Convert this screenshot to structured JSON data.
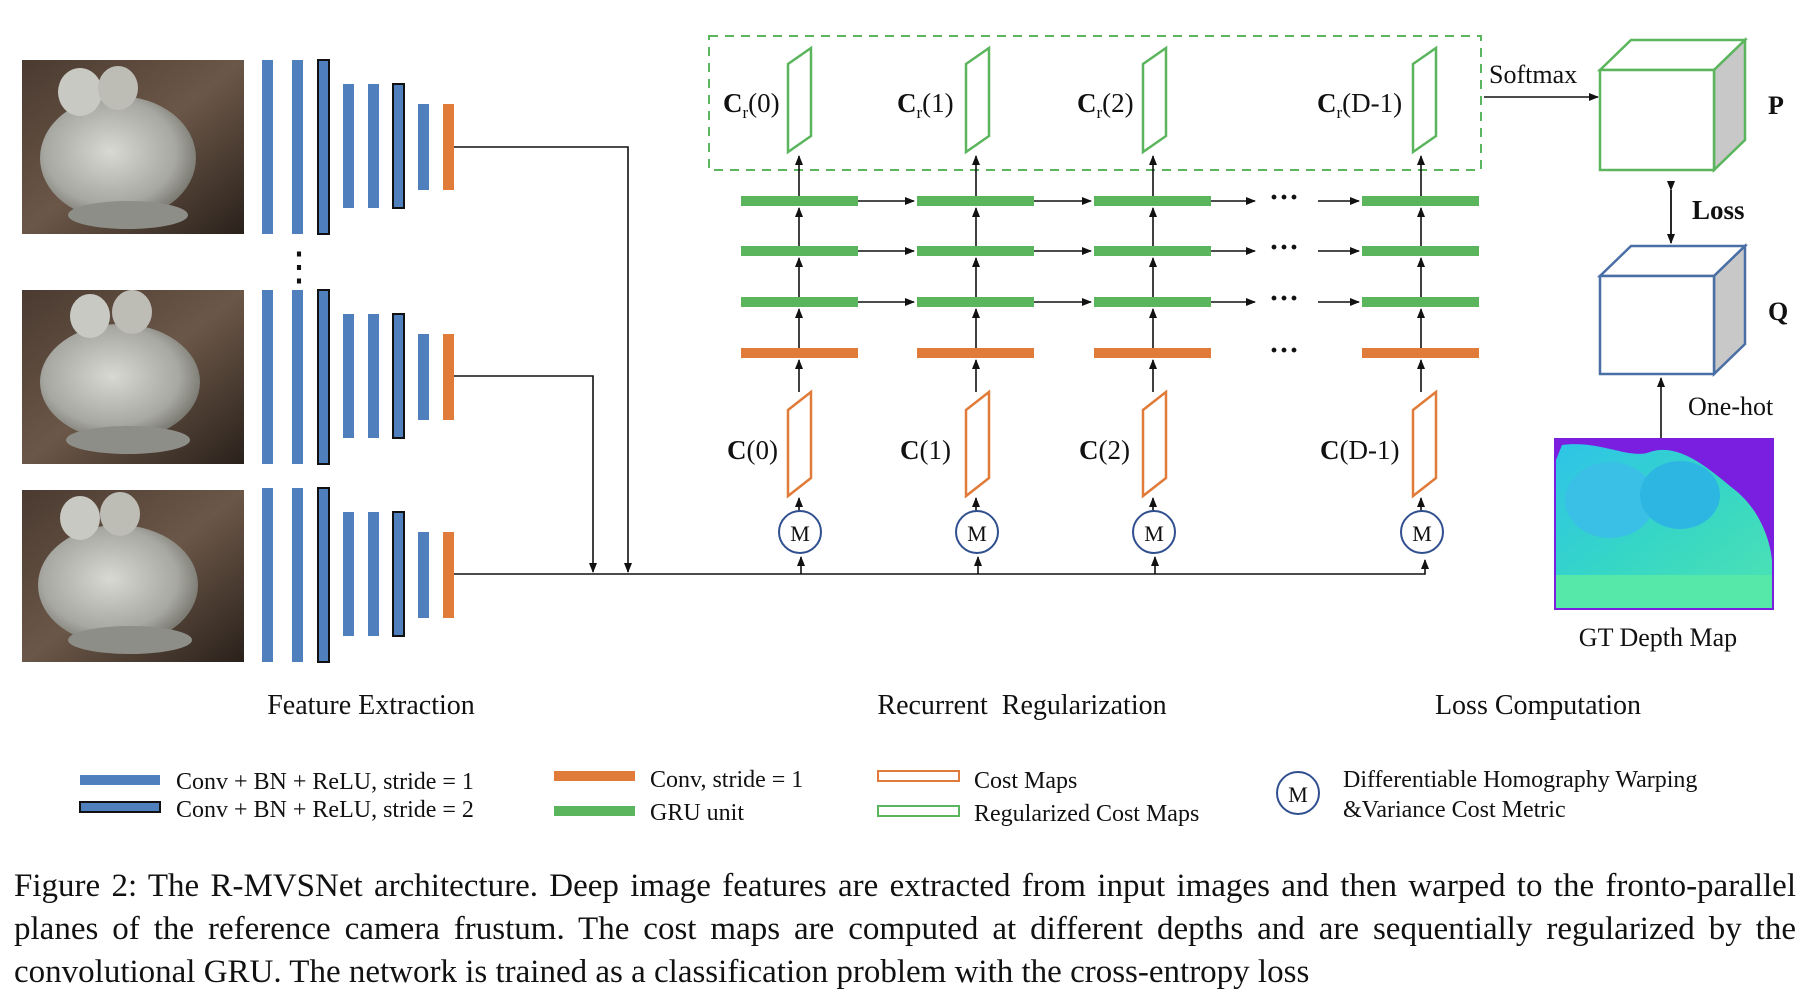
{
  "colors": {
    "conv_bn_relu": "#4f7fbd",
    "conv_out": "#e07b39",
    "gru": "#5ab55c",
    "cost_map": "#e07b39",
    "reg_cost_map": "#5ab55c",
    "warp": "#2f4f8f",
    "volume_gray": "#c8c8c8",
    "volume_q": "#4a6fa5"
  },
  "images": {
    "input_1": "input-image-statue-pigeons",
    "input_2": "input-image-statue-pigeons",
    "input_3": "input-image-statue-pigeons",
    "gt_depth": "depth-map-image"
  },
  "feature_dots": "⋮",
  "reg_labels": {
    "cr0": {
      "main": "C",
      "sub": "r",
      "rest": "(0)"
    },
    "cr1": {
      "main": "C",
      "sub": "r",
      "rest": "(1)"
    },
    "cr2": {
      "main": "C",
      "sub": "r",
      "rest": "(2)"
    },
    "crD": {
      "main": "C",
      "sub": "r",
      "rest": "(D-1)"
    }
  },
  "cost_labels": {
    "c0": {
      "main": "C",
      "rest": "(0)"
    },
    "c1": {
      "main": "C",
      "rest": "(1)"
    },
    "c2": {
      "main": "C",
      "rest": "(2)"
    },
    "cD": {
      "main": "C",
      "rest": "(D-1)"
    }
  },
  "warp_symbol": "M",
  "ellipsis": "···",
  "loss": {
    "softmax": "Softmax",
    "p_label": "P",
    "loss_label": "Loss",
    "q_label": "Q",
    "onehot": "One-hot",
    "gt_label": "GT Depth Map"
  },
  "sections": {
    "feature": "Feature Extraction",
    "recurrent": "Recurrent  Regularization",
    "loss": "Loss Computation"
  },
  "legend": {
    "conv_s1": "Conv + BN + ReLU, stride = 1",
    "conv_s2": "Conv + BN + ReLU, stride = 2",
    "conv_plain": "Conv, stride = 1",
    "gru": "GRU unit",
    "cost_maps": "Cost Maps",
    "reg_cost_maps": "Regularized Cost Maps",
    "warp_line1": "Differentiable Homography Warping",
    "warp_line2": "&Variance Cost Metric",
    "warp_symbol": "M"
  },
  "caption": "Figure 2: The R-MVSNet architecture. Deep image features are extracted from input images and then warped to the fronto-parallel planes of the reference camera frustum. The cost maps are computed at different depths and are sequentially regularized by the convolutional GRU. The network is trained as a classification problem with the cross-entropy loss"
}
